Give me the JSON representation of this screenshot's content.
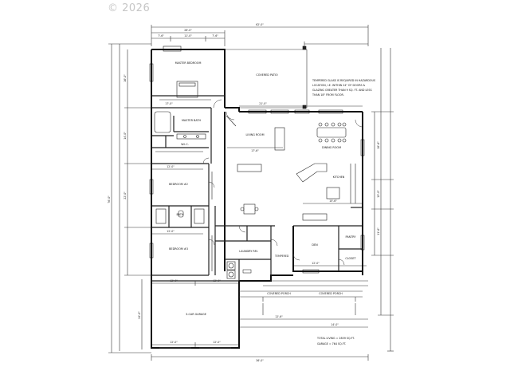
{
  "watermark": "© 2026",
  "rooms": {
    "master_bedroom": "MASTER BEDROOM",
    "covered_patio": "COVERED PATIO",
    "living_room": "LIVING ROOM",
    "dining_room": "DINING ROOM",
    "kitchen": "KITCHEN",
    "master_bath": "MASTER BATH",
    "walk_in_closet": "W.I.C.",
    "bedroom_2": "BEDROOM #2",
    "bedroom_3": "BEDROOM #3",
    "bath": "BATH",
    "laundry": "LAUNDRY RM.",
    "den": "DEN",
    "pantry": "PANTRY",
    "closet": "CLOSET",
    "garage": "3-CAR GARAGE",
    "covered_porch_left": "COVERED PORCH",
    "covered_porch_right": "COVERED PORCH"
  },
  "notes": {
    "glass_line1": "TEMPERED GLASS IS REQUIRED IN HAZARDOUS",
    "glass_line2": "LOCATION, I.E. WITHIN 24\" OF DOORS &",
    "glass_line3": "GLAZING GREATER THAN 9 SQ. FT. AND LESS",
    "glass_line4": "THAN 18\" FROM FLOOR.",
    "tempered": "TEMPERED"
  },
  "totals": {
    "living": "TOTAL LIVING = 2859 SQ.FT.",
    "garage": "GARAGE = 764 SQ.FT."
  },
  "dimensions": {
    "overall_width": "62'-0\"",
    "overall_depth": "76'-0\"",
    "top_left": "26'-0\"",
    "top_seg_a": "7'-6\"",
    "top_seg_b": "11'-0\"",
    "top_seg_c": "7'-6\"",
    "bottom_width": "36'-0\"",
    "garage_seg_a": "12'-0\"",
    "garage_seg_b": "12'-0\"",
    "porch_dim": "12'-6\"",
    "porch_right": "14'-0\"",
    "side_a": "16'-0\"",
    "side_b": "14'-0\"",
    "side_c": "22'-0\"",
    "side_d": "24'-0\"",
    "right_a": "18'-6\"",
    "right_b": "13'-0\"",
    "right_c": "11'-6\"",
    "master_w": "17'-0\"",
    "bed_w": "12'-0\"",
    "living_w": "17'-6\"",
    "kitchen_w": "15'-6\"",
    "den_w": "12'-0\"",
    "patio_w": "21'-0\""
  }
}
